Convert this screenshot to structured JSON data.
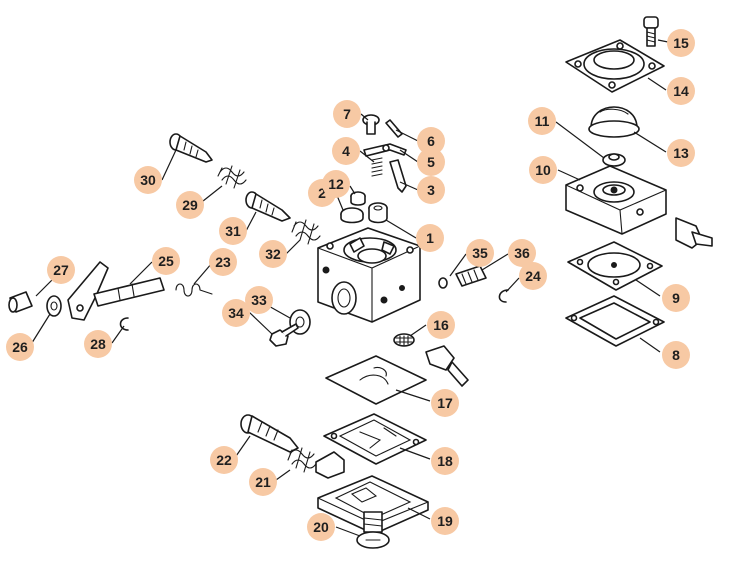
{
  "colors": {
    "badge_fill": "#f7c9a4",
    "line": "#1a1a1a",
    "background": "#ffffff"
  },
  "callouts": {
    "c1": "1",
    "c2": "2",
    "c3": "3",
    "c4": "4",
    "c5": "5",
    "c6": "6",
    "c7": "7",
    "c8": "8",
    "c9": "9",
    "c10": "10",
    "c11": "11",
    "c12": "12",
    "c13": "13",
    "c14": "14",
    "c15": "15",
    "c16": "16",
    "c17": "17",
    "c18": "18",
    "c19": "19",
    "c20": "20",
    "c21": "21",
    "c22": "22",
    "c23": "23",
    "c24": "24",
    "c25": "25",
    "c26": "26",
    "c27": "27",
    "c28": "28",
    "c29": "29",
    "c30": "30",
    "c31": "31",
    "c32": "32",
    "c33": "33",
    "c34": "34",
    "c35": "35",
    "c36": "36"
  }
}
